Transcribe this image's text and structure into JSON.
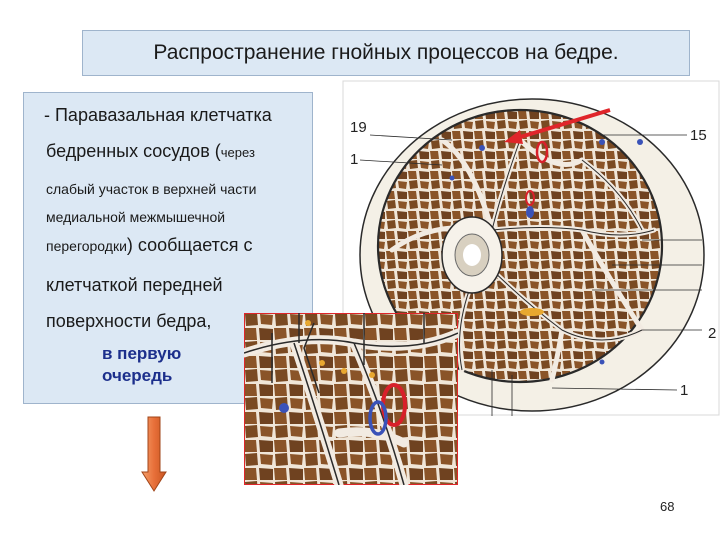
{
  "slide": {
    "title": "Распространение гнойных процессов на бедре.",
    "page_number": "68"
  },
  "text": {
    "line1": "- Паравазальная клетчатка",
    "line2_main": "бедренных сосудов (",
    "line2_small": "через",
    "line3": "слабый участок в верхней части",
    "line4": "медиальной межмышечной",
    "line5_small": "перегородки",
    "line5_main": ") сообщается с",
    "line6": "клетчаткой передней",
    "line7": "поверхности бедра,",
    "emphasis_line1": "в первую",
    "emphasis_line2": "очередь"
  },
  "figure": {
    "labels": {
      "top_left": "19",
      "left": "1",
      "top_right": "15",
      "right": "2",
      "bottom_right": "1"
    },
    "colors": {
      "muscle": "#7a4a22",
      "fascia": "#f2ebe2",
      "vessel_red": "#d8202a",
      "vessel_blue": "#3a52b8",
      "arrow": "#e0252a"
    }
  },
  "arrow": {
    "color": "#e87a3a"
  }
}
